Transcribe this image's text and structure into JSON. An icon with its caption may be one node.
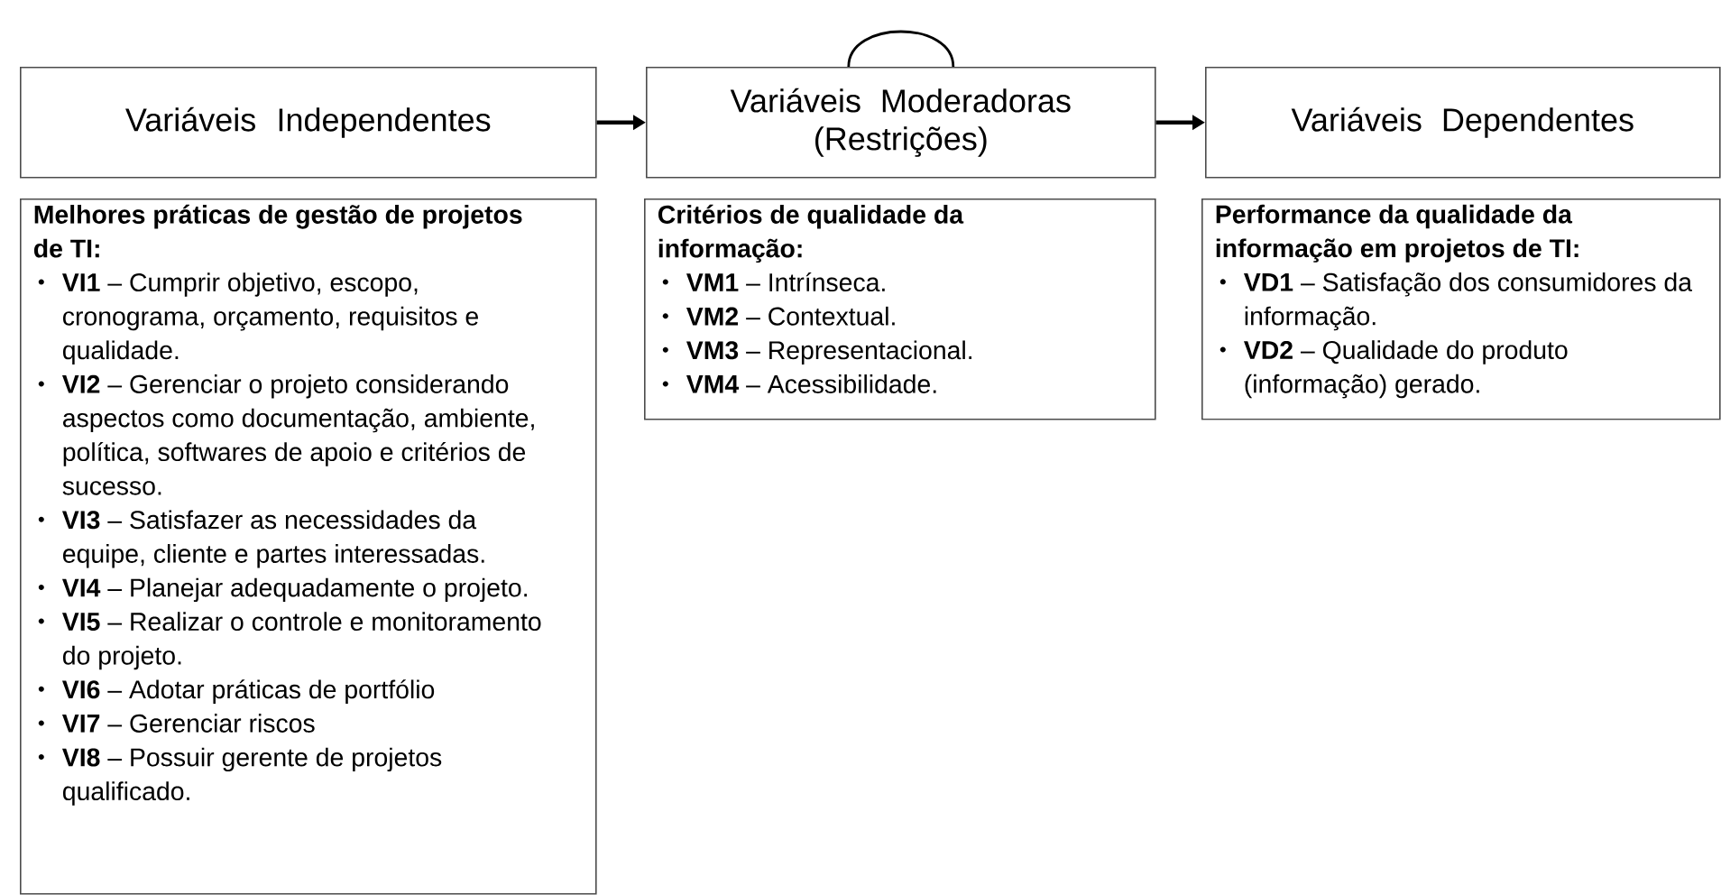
{
  "diagram": {
    "nodes": [
      {
        "text": [
          "Variáveis Independentes"
        ]
      },
      {
        "text": [
          "Variáveis Moderadoras (Restrições)"
        ]
      },
      {
        "text": [
          "Variáveis Dependentes"
        ]
      },
      {
        "text": [
          "Melhores práticas de gestão de projetos de TI:",
          "**VI1** – Cumprir objetivo, escopo, cronograma, orçamento, requisitos e qualidade.",
          "**VI2** – Gerenciar o projeto considerando aspectos como documentação, ambiente, política, softwares de apoio e critérios de sucesso.",
          "**VI3** – Satisfazer as necessidades da equipe, cliente e partes interessadas.",
          "**VI4** – Planejar adequadamente o projeto.",
          "**VI5** – Realizar o controle e monitoramento do projeto.",
          "**VI6** – Adotar práticas de portfólio",
          "**VI7** – Gerenciar riscos",
          "**VI8** – Possuir gerente de projetos qualificado."
        ]
      },
      {
        "text": [
          "Critérios de qualidade da informação:",
          "**VM1** – Intrínseca.",
          "**VM2** – Contextual.",
          "**VM3** – Representacional.",
          "**VM4** – Acessibilidade."
        ]
      },
      {
        "text": [
          "Performance da qualidade da informação em projetos de TI:",
          "**VD1** – Satisfação dos consumidores da informação.",
          "**VD2** – Qualidade do produto (informação) gerado."
        ]
      }
    ],
    "edges": [
      {
        "from": 0,
        "to": 1,
        "arrow": "to"
      },
      {
        "from": 1,
        "to": 2,
        "arrow": "to"
      },
      {
        "from": 1,
        "to": 1,
        "arrow": "none"
      }
    ]
  }
}
